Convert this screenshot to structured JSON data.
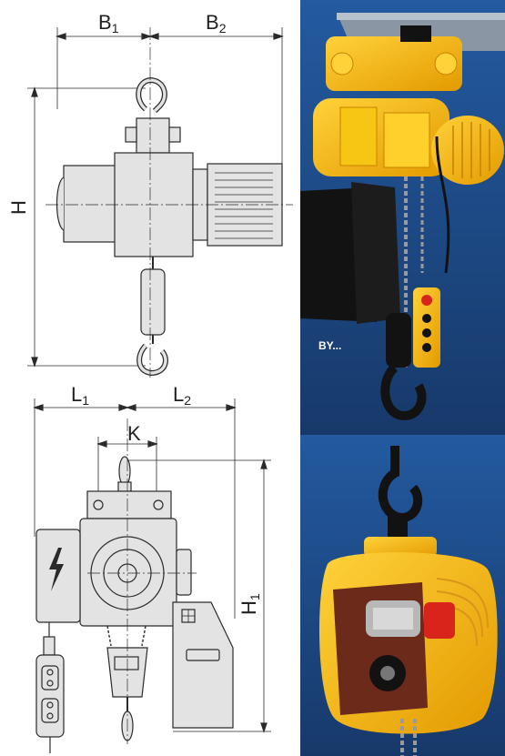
{
  "top_view": {
    "labels": {
      "b1_main": "B",
      "b1_sub": "1",
      "b2_main": "B",
      "b2_sub": "2",
      "h_main": "H"
    }
  },
  "bottom_view": {
    "labels": {
      "l1_main": "L",
      "l1_sub": "1",
      "l2_main": "L",
      "l2_sub": "2",
      "k_main": "K",
      "h1_main": "H",
      "h1_sub": "1"
    }
  },
  "photo_top": {
    "caption": "BY..."
  },
  "colors": {
    "line": "#2a2a2a",
    "fill": "#e3e3e3",
    "photo_bg": "#1f4f8f",
    "hoist_yellow": "#f2b705",
    "black": "#121212"
  },
  "icons": {
    "electric_warning": "lightning-icon"
  }
}
